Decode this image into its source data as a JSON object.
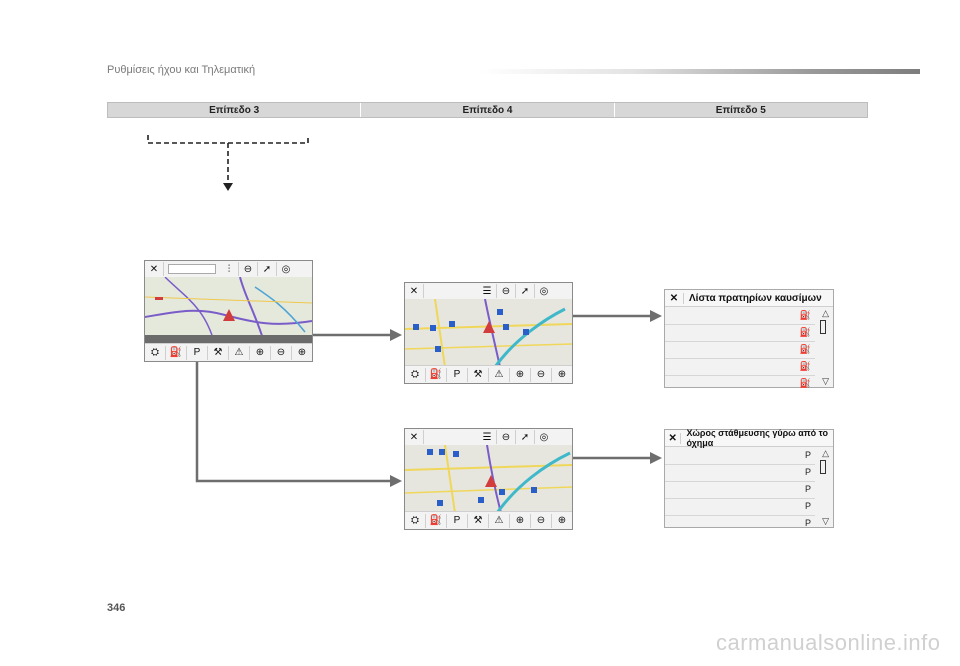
{
  "header": {
    "title": "Ρυθμίσεις ήχου και Τηλεματική"
  },
  "levels": [
    "Επίπεδο 3",
    "Επίπεδο 4",
    "Επίπεδο 5"
  ],
  "page_number": "346",
  "watermark": "carmanualsonline.info",
  "fuel_list": {
    "title": "Λίστα πρατηρίων καυσίμων"
  },
  "parking_list": {
    "title": "Χώρος στάθμευσης γύρω από το όχημα"
  },
  "icons": {
    "close": "close-icon",
    "list": "list-icon",
    "fuel": "fuel-pump-icon",
    "parking": "parking-icon",
    "warning": "warning-icon",
    "zoom_in": "zoom-in-icon",
    "zoom_out": "zoom-out-icon"
  }
}
